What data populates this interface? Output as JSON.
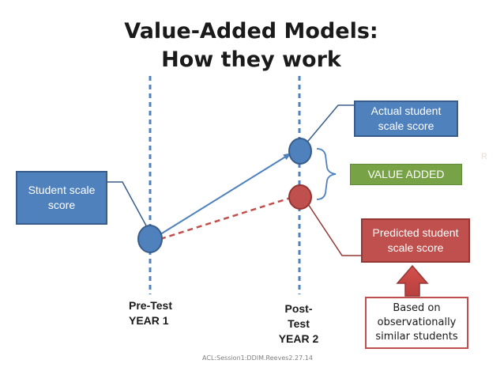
{
  "title": {
    "line1": "Value-Added Models:",
    "line2": "How they work"
  },
  "boxes": {
    "student_scale": "Student scale\nscore",
    "actual_student": "Actual student\nscale score",
    "value_added": "VALUE ADDED",
    "predicted_student": "Predicted student\nscale score",
    "based_on": "Based on\nobservationally\nsimilar students"
  },
  "labels": {
    "pre_test": "Pre-Test\nYEAR 1",
    "post_test": "Post-\nTest\nYEAR 2"
  },
  "footer": "ACL:Session1:DDIM.Reeves2.27.14",
  "corner_mark": "R",
  "colors": {
    "blue_fill": "#4f81bd",
    "blue_border": "#385d8a",
    "red_fill": "#c0504d",
    "red_border": "#943634",
    "green_fill": "#77a346",
    "dashed_axis": "#4f81bd"
  }
}
